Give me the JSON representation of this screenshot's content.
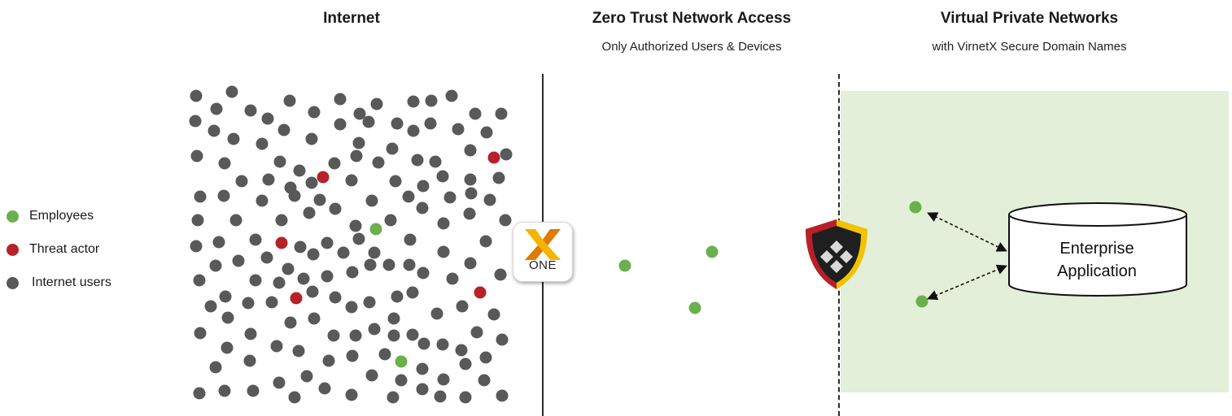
{
  "sections": {
    "internet": {
      "title": "Internet"
    },
    "ztna": {
      "title": "Zero Trust Network Access",
      "subtitle": "Only Authorized Users & Devices"
    },
    "vpn": {
      "title": "Virtual Private Networks",
      "subtitle": "with VirnetX Secure Domain Names"
    }
  },
  "legend": [
    {
      "label": "Employees",
      "color": "#6ab04c"
    },
    {
      "label": "Threat actor",
      "color": "#b8202a"
    },
    {
      "label": "Internet users",
      "color": "#595959"
    }
  ],
  "gateway": {
    "text": "ONE",
    "icon": "x-one-logo-icon"
  },
  "shield": {
    "icon": "virnetx-shield-icon"
  },
  "application": {
    "line1": "Enterprise",
    "line2": "Application"
  },
  "colors": {
    "employee": "#6ab04c",
    "threat": "#b8202a",
    "internet_user": "#595959",
    "vpn_zone": "#e3efd8"
  }
}
